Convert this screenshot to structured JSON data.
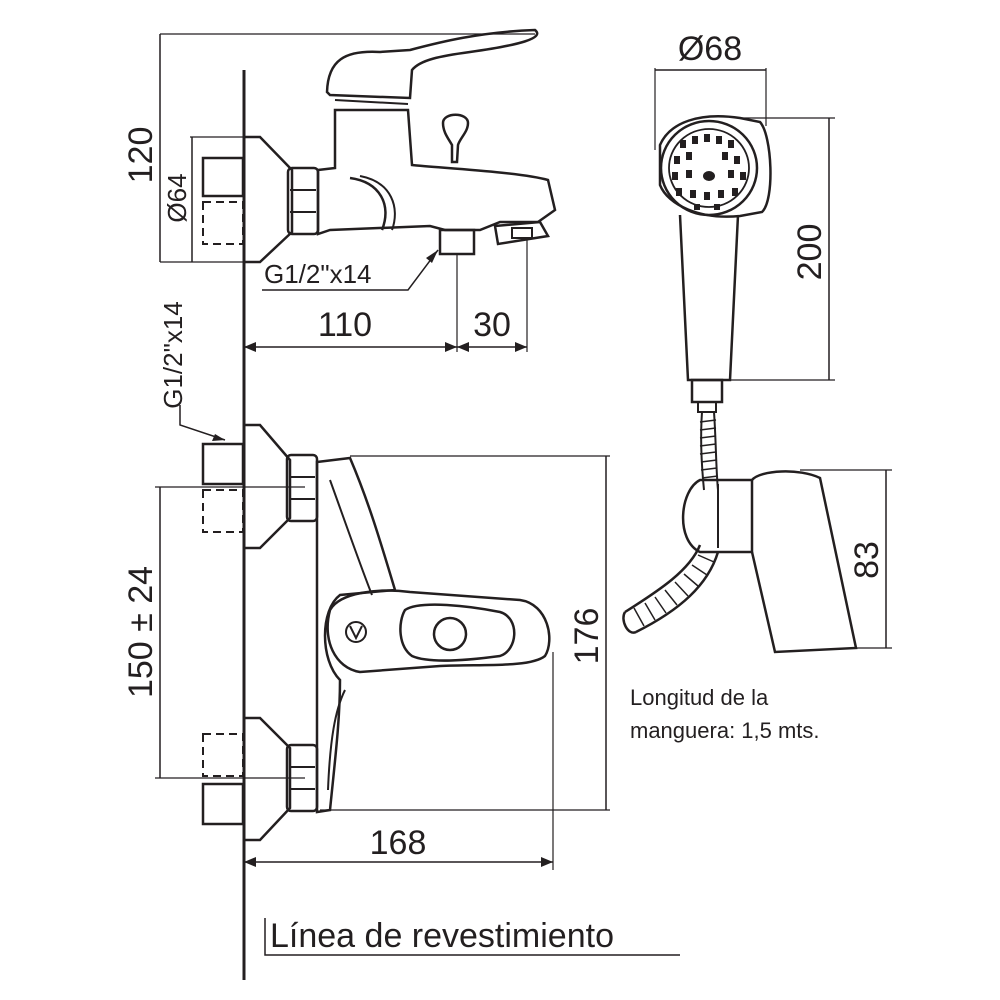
{
  "dimensions": {
    "height_spout": "120",
    "diameter_flange": "Ø64",
    "thread_top": "G1/2\"x14",
    "thread_side": "G1/2\"x14",
    "depth_body": "110",
    "depth_outlet": "30",
    "diameter_shower": "Ø68",
    "length_shower": "200",
    "center_distance": "150 ± 24",
    "width_total": "176",
    "length_total": "168",
    "height_holder": "83"
  },
  "notes": {
    "hose_line1": "Longitud de la",
    "hose_line2": "manguera: 1,5 mts.",
    "wall_line": "Línea de revestimiento"
  },
  "colors": {
    "ink": "#231f20",
    "background": "#ffffff"
  }
}
